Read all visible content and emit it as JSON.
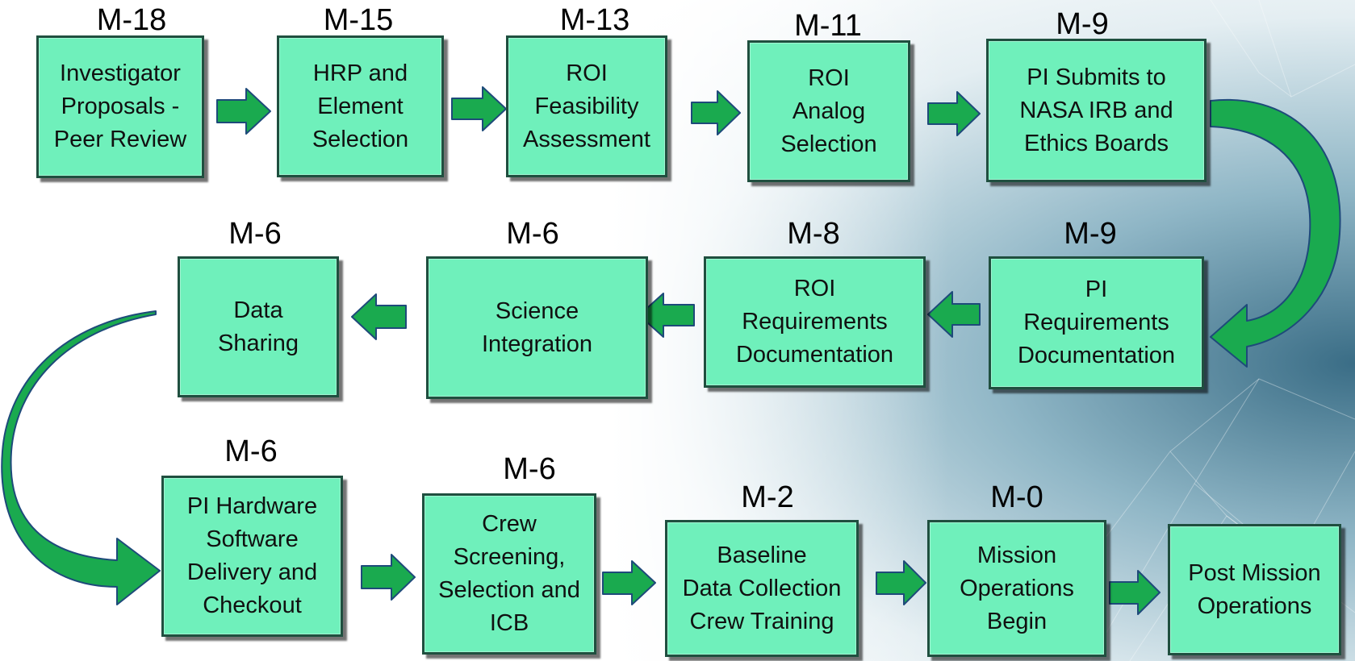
{
  "steps": [
    {
      "milestone": "M-18",
      "lines": [
        "Investigator",
        "Proposals -",
        "Peer Review"
      ]
    },
    {
      "milestone": "M-15",
      "lines": [
        "HRP and",
        "Element",
        "Selection"
      ]
    },
    {
      "milestone": "M-13",
      "lines": [
        "ROI",
        "Feasibility",
        "Assessment"
      ]
    },
    {
      "milestone": "M-11",
      "lines": [
        "ROI",
        "Analog",
        "Selection"
      ]
    },
    {
      "milestone": "M-9",
      "lines": [
        "PI Submits to",
        "NASA IRB and",
        "Ethics Boards"
      ]
    },
    {
      "milestone": "M-9",
      "lines": [
        "PI",
        "Requirements",
        "Documentation"
      ]
    },
    {
      "milestone": "M-8",
      "lines": [
        "ROI",
        "Requirements",
        "Documentation"
      ]
    },
    {
      "milestone": "M-6",
      "lines": [
        "Science",
        "Integration"
      ]
    },
    {
      "milestone": "M-6",
      "lines": [
        "Data",
        "Sharing"
      ]
    },
    {
      "milestone": "M-6",
      "lines": [
        "PI Hardware",
        "Software",
        "Delivery and",
        "Checkout"
      ]
    },
    {
      "milestone": "M-6",
      "lines": [
        "Crew",
        "Screening,",
        "Selection and",
        "ICB"
      ]
    },
    {
      "milestone": "M-2",
      "lines": [
        "Baseline",
        "Data Collection",
        "Crew Training"
      ]
    },
    {
      "milestone": "M-0",
      "lines": [
        "Mission",
        "Operations",
        "Begin"
      ]
    },
    {
      "milestone": "",
      "lines": [
        "Post Mission",
        "Operations"
      ]
    }
  ],
  "colors": {
    "box_fill": "#6ff0bb",
    "box_border": "#1f4f3f",
    "arrow_fill": "#1aaa4f",
    "arrow_stroke": "#1e4a7a"
  }
}
